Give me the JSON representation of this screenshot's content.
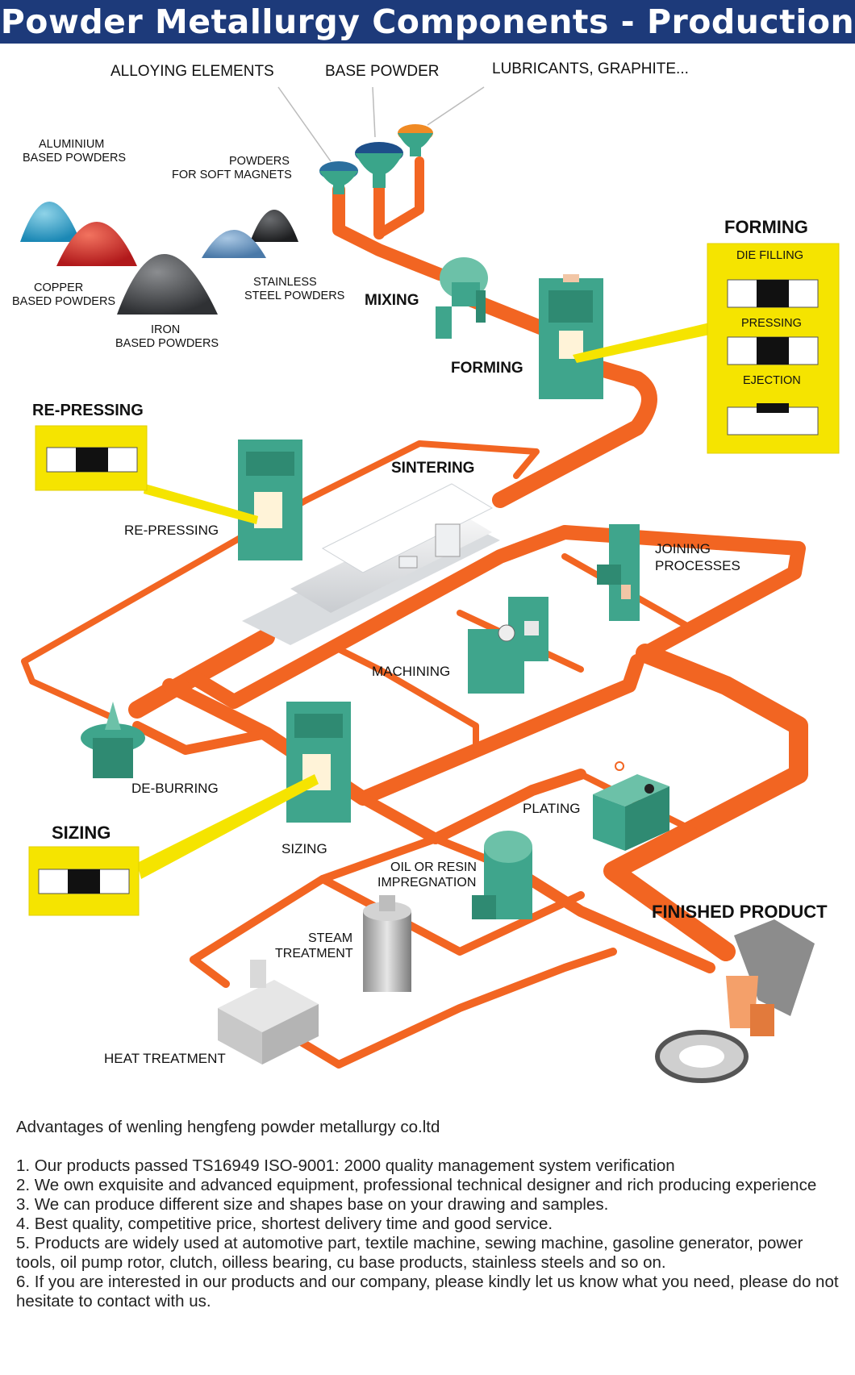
{
  "header": {
    "title": "Powder Metallurgy Components - Production"
  },
  "diagram": {
    "inputs": {
      "alloying": "ALLOYING ELEMENTS",
      "base": "BASE POWDER",
      "lubricants": "LUBRICANTS, GRAPHITE..."
    },
    "powders": {
      "aluminium": [
        "ALUMINIUM",
        "BASED POWDERS"
      ],
      "soft_magnets": [
        "POWDERS",
        "FOR SOFT MAGNETS"
      ],
      "copper": [
        "COPPER",
        "BASED POWDERS"
      ],
      "stainless": [
        "STAINLESS",
        "STEEL POWDERS"
      ],
      "iron": [
        "IRON",
        "BASED POWDERS"
      ]
    },
    "steps": {
      "mixing": "MIXING",
      "forming": "FORMING",
      "sintering": "SINTERING",
      "re_pressing": "RE-PRESSING",
      "joining": [
        "JOINING",
        "PROCESSES"
      ],
      "machining": "MACHINING",
      "de_burring": "DE-BURRING",
      "sizing": "SIZING",
      "plating": "PLATING",
      "oil_resin": [
        "OIL OR RESIN",
        "IMPREGNATION"
      ],
      "steam": [
        "STEAM",
        "TREATMENT"
      ],
      "heat": "HEAT TREATMENT"
    },
    "panels": {
      "forming": {
        "title": "FORMING",
        "die_filling": "DIE FILLING",
        "pressing": "PRESSING",
        "ejection": "EJECTION"
      },
      "re_pressing": {
        "title": "RE-PRESSING"
      },
      "sizing": {
        "title": "SIZING"
      }
    },
    "finished_product": "FINISHED PRODUCT",
    "colors": {
      "flow": "#f26522",
      "machine": "#3fa58c",
      "panel": "#f5e400",
      "title_bg": "#1d3a7a"
    }
  },
  "advantages": {
    "intro": "Advantages of wenling hengfeng powder metallurgy co.ltd",
    "items": [
      "1. Our products passed TS16949 ISO-9001: 2000 quality management system verification",
      "2. We own exquisite and advanced equipment, professional technical designer and rich producing experience",
      "3. We can produce different size and shapes base on your drawing and samples.",
      "4. Best quality, competitive price, shortest delivery time and good service.",
      "5. Products are widely used at automotive part, textile machine, sewing machine, gasoline generator, power tools, oil pump rotor, clutch, oilless bearing, cu base products, stainless steels and so on.",
      "6. If you are interested in our products and our company, please kindly let us know what you need, please do not hesitate to contact with us."
    ]
  }
}
